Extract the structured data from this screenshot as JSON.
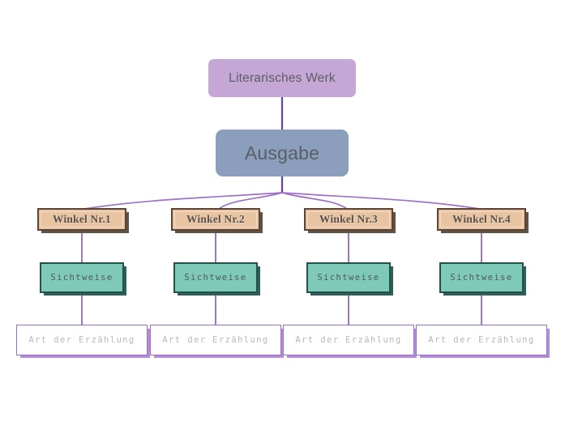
{
  "diagram": {
    "title_node": {
      "label": "Literarisches Werk",
      "color": "#c4a7d4"
    },
    "second_node": {
      "label": "Ausgabe",
      "color": "#8b9ebc"
    },
    "colors": {
      "root_fill": "#c4a7d4",
      "ausgabe_fill": "#8b9ebc",
      "winkel_fill": "#e8c4a2",
      "winkel_border": "#5c4430",
      "sichtweise_fill": "#7fc9b8",
      "sichtweise_border": "#22514c",
      "art_fill": "#ffffff",
      "art_border": "#9b6fc4",
      "connector": "#9b6fc4",
      "connector_dark": "#6b3fa0"
    },
    "branches": [
      {
        "angle_label": "Winkel Nr.1",
        "perspective_label": "Sichtweise",
        "narration_label": "Art der Erzählung"
      },
      {
        "angle_label": "Winkel Nr.2",
        "perspective_label": "Sichtweise",
        "narration_label": "Art der Erzählung"
      },
      {
        "angle_label": "Winkel Nr.3",
        "perspective_label": "Sichtweise",
        "narration_label": "Art der Erzählung"
      },
      {
        "angle_label": "Winkel Nr.4",
        "perspective_label": "Sichtweise",
        "narration_label": "Art der Erzählung"
      }
    ]
  }
}
